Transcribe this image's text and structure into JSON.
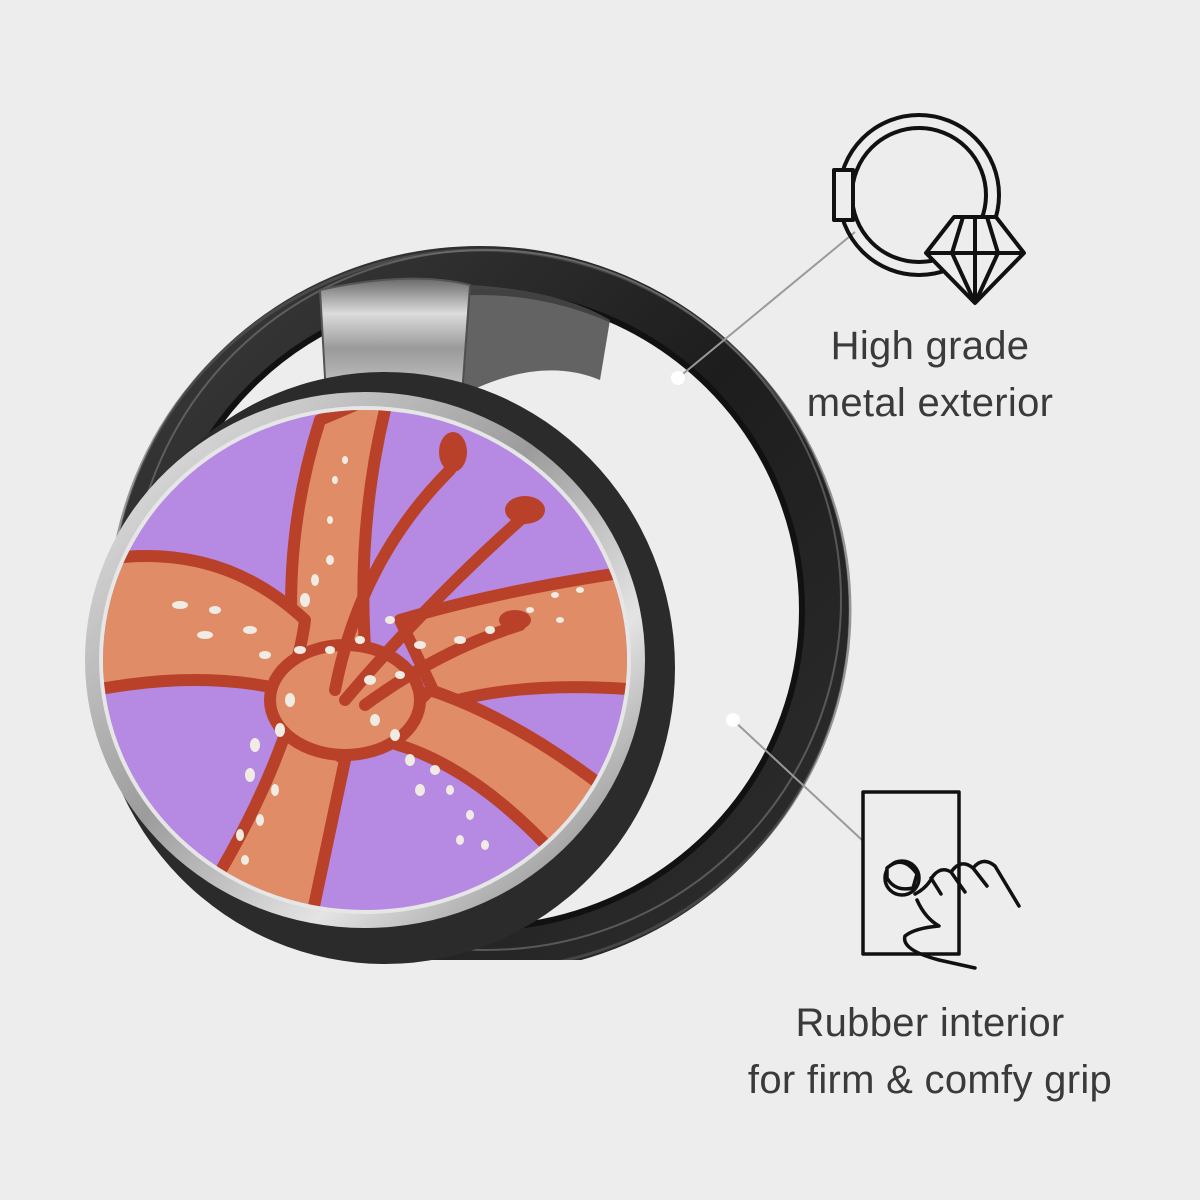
{
  "product": {
    "name": "Phone ring grip",
    "artwork": "Orange tiger lily on lavender background"
  },
  "features": [
    {
      "id": "metal",
      "icon": "ring-diamond-icon",
      "line1": "High grade",
      "line2": "metal exterior"
    },
    {
      "id": "rubber",
      "icon": "phone-hand-ring-icon",
      "line1": "Rubber interior",
      "line2": "for firm & comfy grip"
    }
  ],
  "colors": {
    "background": "#ededed",
    "text": "#3a3a3a",
    "lavender": "#b68ae2",
    "petal": "#e08c66",
    "petal_outline": "#b9412a",
    "spots": "#f0ece4",
    "metal_silver": "#c8c8c8",
    "ring_dark": "#2a2a2a"
  }
}
